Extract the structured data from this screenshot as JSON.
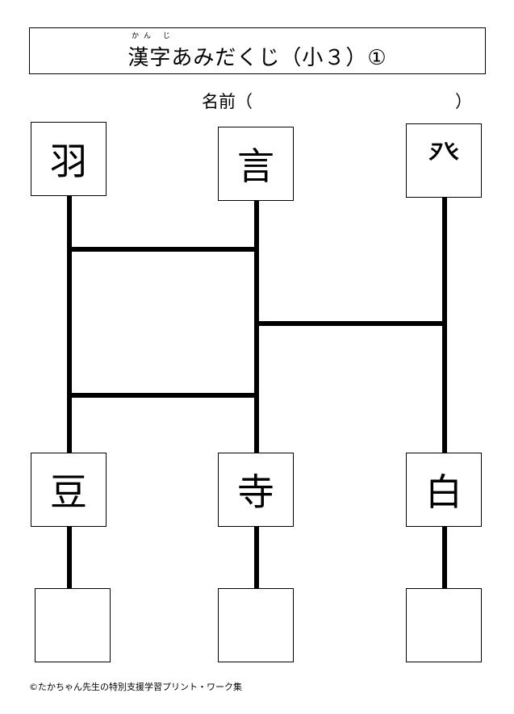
{
  "header": {
    "title": "漢字あみだくじ（小３）①",
    "ruby": "かん じ"
  },
  "name_field": {
    "label": "名前（",
    "close": "）"
  },
  "top_kanji": [
    "羽",
    "言",
    "癶"
  ],
  "middle_kanji": [
    "豆",
    "寺",
    "白"
  ],
  "answer_boxes": [
    "",
    "",
    ""
  ],
  "footer": "©たかちゃん先生の特別支援学習プリント・ワーク集"
}
